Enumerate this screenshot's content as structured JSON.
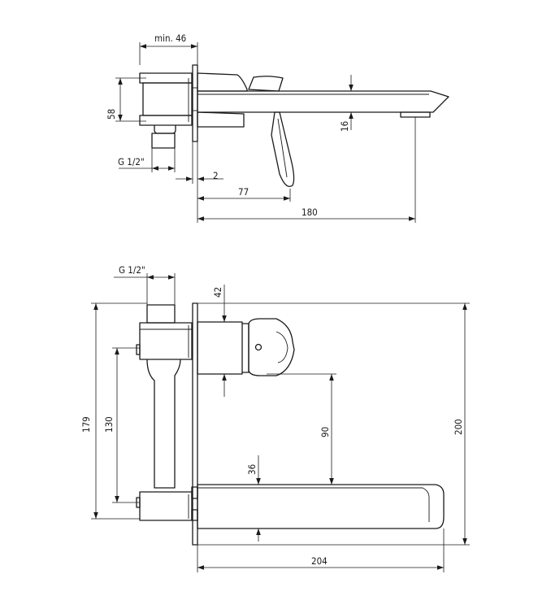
{
  "side_view": {
    "dims": {
      "min_depth": "min. 46",
      "body_height": "58",
      "thread": "G 1/2\"",
      "gap": "2",
      "spout_height": "16",
      "lever_offset": "77",
      "spout_length": "180"
    }
  },
  "front_view": {
    "dims": {
      "thread": "G 1/2\"",
      "cartridge_offset": "42",
      "connection_height": "179",
      "connection_spacing": "130",
      "lever_to_spout": "90",
      "spout_offset": "36",
      "overall_height": "200",
      "spout_projection": "204"
    }
  }
}
